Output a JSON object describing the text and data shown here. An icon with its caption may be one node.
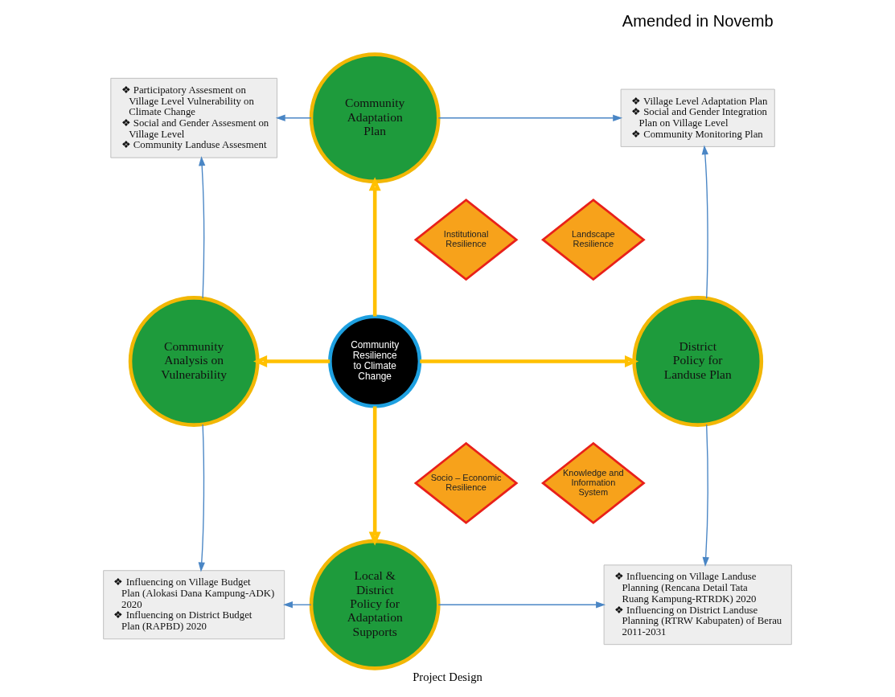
{
  "diagram": {
    "caption": "Project Design",
    "nodes": [
      {
        "text": [
          "Community Resilience to Climate Change"
        ]
      },
      {
        "text": [
          "Community Adaptation Plan"
        ]
      },
      {
        "text": [
          "Community Analysis on Vulnerability"
        ]
      },
      {
        "text": [
          "District Policy for Landuse Plan"
        ]
      },
      {
        "text": [
          "Local & District Policy for Adaptation Supports"
        ]
      },
      {
        "text": [
          "Institutional Resilience"
        ]
      },
      {
        "text": [
          "Landscape Resilience"
        ]
      },
      {
        "text": [
          "Socio – Economic Resilience"
        ]
      },
      {
        "text": [
          "Knowledge and Information System"
        ]
      },
      {
        "text": [
          "❖ Participatory Assesment on Village Level Vulnerability on Climate Change",
          "❖ Social and Gender Assesment on Village Level",
          "❖ Community Landuse Assesment"
        ]
      },
      {
        "text": [
          "❖ Village Level Adaptation Plan",
          "❖ Social and Gender Integration Plan on Village Level",
          "❖ Community Monitoring Plan"
        ]
      },
      {
        "text": [
          "❖ Influencing on Village Budget Plan (Alokasi Dana Kampung-ADK) 2020",
          "❖ Influencing on District Budget Plan (RAPBD) 2020"
        ]
      },
      {
        "text": [
          "❖ Influencing on Village Landuse Planning (Rencana Detail Tata Ruang Kampung-RTRDK) 2020",
          "❖ Influencing on District Landuse Planning (RTRW Kabupaten) of Berau 2011-2031"
        ]
      }
    ],
    "edges": [
      {
        "from": 0,
        "to": 1,
        "arrow": "to",
        "style": "thick",
        "color": "#ffc000"
      },
      {
        "from": 0,
        "to": 2,
        "arrow": "to",
        "style": "thick",
        "color": "#ffc000"
      },
      {
        "from": 0,
        "to": 3,
        "arrow": "to",
        "style": "thick",
        "color": "#ffc000"
      },
      {
        "from": 0,
        "to": 4,
        "arrow": "to",
        "style": "thick",
        "color": "#ffc000"
      },
      {
        "from": 1,
        "to": 9,
        "arrow": "to"
      },
      {
        "from": 1,
        "to": 10,
        "arrow": "to"
      },
      {
        "from": 2,
        "to": 9,
        "arrow": "to"
      },
      {
        "from": 3,
        "to": 10,
        "arrow": "to"
      },
      {
        "from": 2,
        "to": 11,
        "arrow": "to"
      },
      {
        "from": 4,
        "to": 11,
        "arrow": "to"
      },
      {
        "from": 4,
        "to": 12,
        "arrow": "to"
      },
      {
        "from": 3,
        "to": 12,
        "arrow": "to"
      }
    ],
    "labels": [
      "Amended in Novemb"
    ]
  }
}
